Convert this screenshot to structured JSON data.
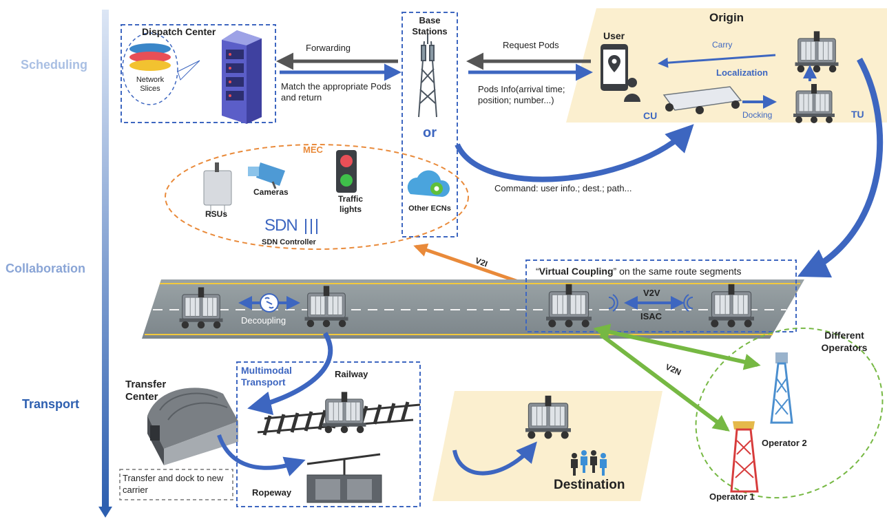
{
  "stages": {
    "scheduling": "Scheduling",
    "collaboration": "Collaboration",
    "transport": "Transport"
  },
  "dispatch": {
    "title": "Dispatch Center",
    "slices": "Network Slices"
  },
  "forwarding": "Forwarding",
  "match": "Match the appropriate Pods and return",
  "base": {
    "title": "Base Stations",
    "or": "or",
    "other": "Other ECNs"
  },
  "request": "Request Pods",
  "pods_info": "Pods Info(arrival time; position; number...)",
  "origin": {
    "title": "Origin",
    "user": "User",
    "carry": "Carry",
    "localization": "Localization",
    "cu": "CU",
    "docking": "Docking",
    "tu": "TU"
  },
  "command": "Command: user info.; dest.; path...",
  "mec": {
    "title": "MEC",
    "rsus": "RSUs",
    "cameras": "Cameras",
    "traffic": "Traffic lights",
    "sdn_logo": "SDN",
    "sdn": "SDN Controller"
  },
  "v2i": "V2I",
  "vc": {
    "quote_open": "“",
    "bold": "Virtual Coupling",
    "rest": "” on the same route segments",
    "v2v": "V2V",
    "isac": "ISAC"
  },
  "decoupling": "Decoupling",
  "v2n": "V2N",
  "operators": {
    "title": "Different Operators",
    "op1": "Operator 1",
    "op2": "Operator 2"
  },
  "transfer": {
    "title": "Transfer Center",
    "note": "Transfer and dock to new carrier"
  },
  "multimodal": "Multimodal Transport",
  "railway": "Railway",
  "ropeway": "Ropeway",
  "destination": "Destination",
  "colors": {
    "blue": "#3d66c0",
    "orange": "#e98a3a",
    "green": "#76b843",
    "beige": "#fbefcf",
    "road": "#8e979b",
    "dark": "#555555"
  }
}
